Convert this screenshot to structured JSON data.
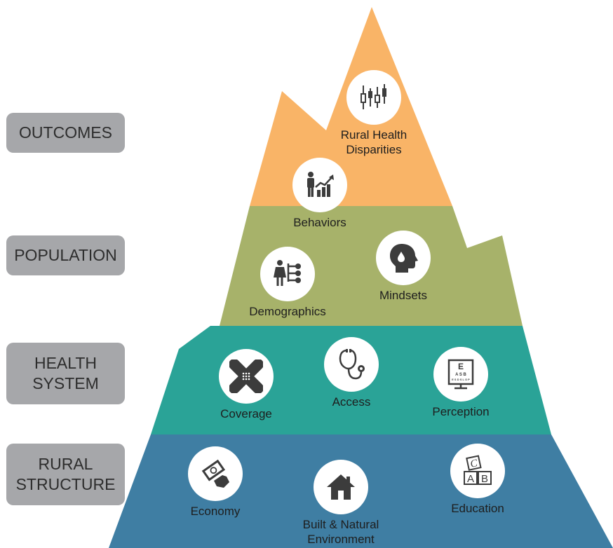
{
  "tiers": {
    "outcomes": {
      "line1": "OUTCOMES",
      "line2": ""
    },
    "population": {
      "line1": "POPULATION",
      "line2": ""
    },
    "health_system": {
      "line1": "HEALTH",
      "line2": "SYSTEM"
    },
    "rural_structure": {
      "line1": "RURAL",
      "line2": "STRUCTURE"
    }
  },
  "nodes": {
    "disparities": {
      "line1": "Rural Health",
      "line2": "Disparities",
      "icon": "candlestick-chart-icon"
    },
    "behaviors": {
      "line1": "Behaviors",
      "line2": "",
      "icon": "person-growth-chart-icon"
    },
    "demographics": {
      "line1": "Demographics",
      "line2": "",
      "icon": "person-network-icon"
    },
    "mindsets": {
      "line1": "Mindsets",
      "line2": "",
      "icon": "head-profile-icon"
    },
    "coverage": {
      "line1": "Coverage",
      "line2": "",
      "icon": "bandage-icon"
    },
    "access": {
      "line1": "Access",
      "line2": "",
      "icon": "stethoscope-icon"
    },
    "perception": {
      "line1": "Perception",
      "line2": "",
      "icon": "eye-chart-icon"
    },
    "economy": {
      "line1": "Economy",
      "line2": "",
      "icon": "money-hand-icon"
    },
    "built_env": {
      "line1": "Built & Natural",
      "line2": "Environment",
      "icon": "house-icon"
    },
    "education": {
      "line1": "Education",
      "line2": "",
      "icon": "letter-blocks-icon"
    }
  },
  "eye_chart": {
    "row1": "E",
    "row2": "A S B",
    "row3": "E S D S L O P"
  },
  "blocks": {
    "top": "C",
    "left": "A",
    "right": "B"
  },
  "colors": {
    "outcomes": "#f9b467",
    "population": "#a7b26a",
    "health_system": "#2aa397",
    "rural_structure": "#3f7ea3",
    "label_box": "#a6a7aa",
    "icon": "#3c3c3c"
  }
}
